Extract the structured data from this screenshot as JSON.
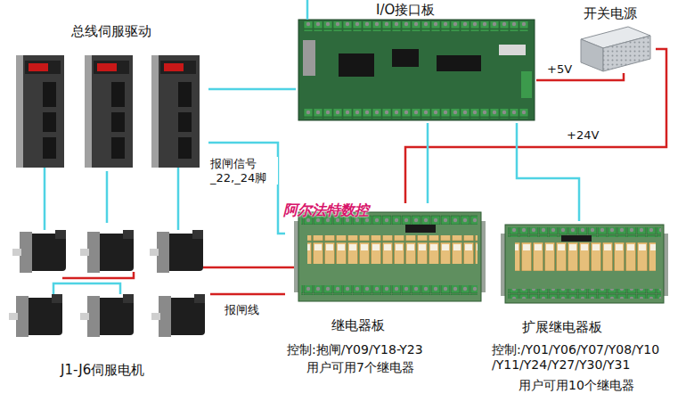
{
  "diagram": {
    "nodes": [
      {
        "text": [
          "总线伺服驱动"
        ]
      },
      {
        "text": [
          "I/O接口板"
        ]
      },
      {
        "text": [
          "开关电源"
        ]
      },
      {
        "text": [
          "继电器板",
          "控制:抱闸/Y09/Y18-Y23",
          "用户可用7个继电器"
        ]
      },
      {
        "text": [
          "扩展继电器板",
          "控制:/Y01/Y06/Y07/Y08/Y10 /Y11/Y24/Y27/Y30/Y31",
          "用户可用10个继电器"
        ]
      },
      {
        "text": [
          "J1-J6伺服电机"
        ]
      }
    ],
    "edges": [
      {
        "from": 0,
        "to": 1,
        "arrow": "none"
      },
      {
        "from": 1,
        "to": 2,
        "label": "+5V",
        "arrow": "none"
      },
      {
        "from": 3,
        "to": 2,
        "label": "+24V",
        "arrow": "none"
      },
      {
        "from": 1,
        "to": 3,
        "arrow": "none"
      },
      {
        "from": 1,
        "to": 4,
        "arrow": "none"
      },
      {
        "from": 0,
        "to": 3,
        "label": "报闸信号 _22,_24脚",
        "arrow": "none"
      },
      {
        "from": 5,
        "to": 3,
        "label": "报闸线",
        "arrow": "none"
      },
      {
        "from": 0,
        "to": 5,
        "arrow": "none"
      }
    ],
    "labels": [
      "阿尔法特数控"
    ]
  }
}
